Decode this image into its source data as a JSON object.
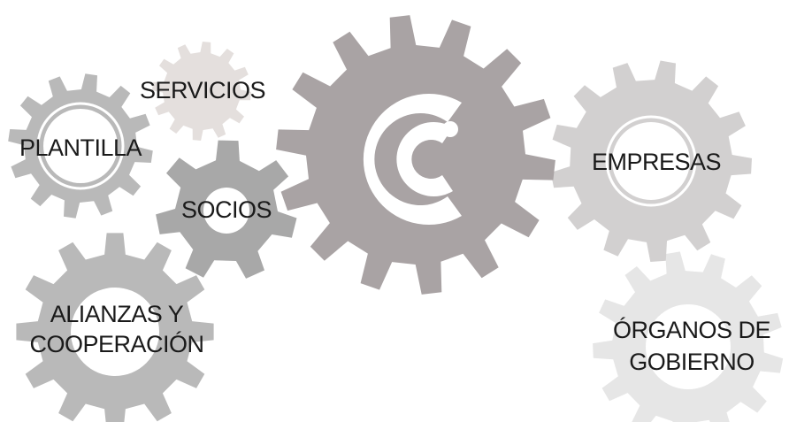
{
  "colors": {
    "central_gear": "#a9a3a4",
    "dark_gear": "#a8a8a8",
    "medium_gear": "#b9b9b9",
    "light_gear": "#d2d0d0",
    "pale_gear": "#e6e6e6",
    "beige_gear": "#e4dfdd",
    "background": "#ffffff",
    "label_text": "#1a1a1a"
  },
  "logo": {
    "icon": "double-c-logo-icon",
    "mark": "CC"
  },
  "gears": {
    "plantilla": {
      "label": "PLANTILLA"
    },
    "servicios": {
      "label": "SERVICIOS"
    },
    "socios": {
      "label": "SOCIOS"
    },
    "empresas": {
      "label": "EMPRESAS"
    },
    "alianzas": {
      "line1": "ALIANZAS Y",
      "line2": "COOPERACIÓN"
    },
    "organos": {
      "line1": "ÓRGANOS DE",
      "line2": "GOBIERNO"
    }
  }
}
